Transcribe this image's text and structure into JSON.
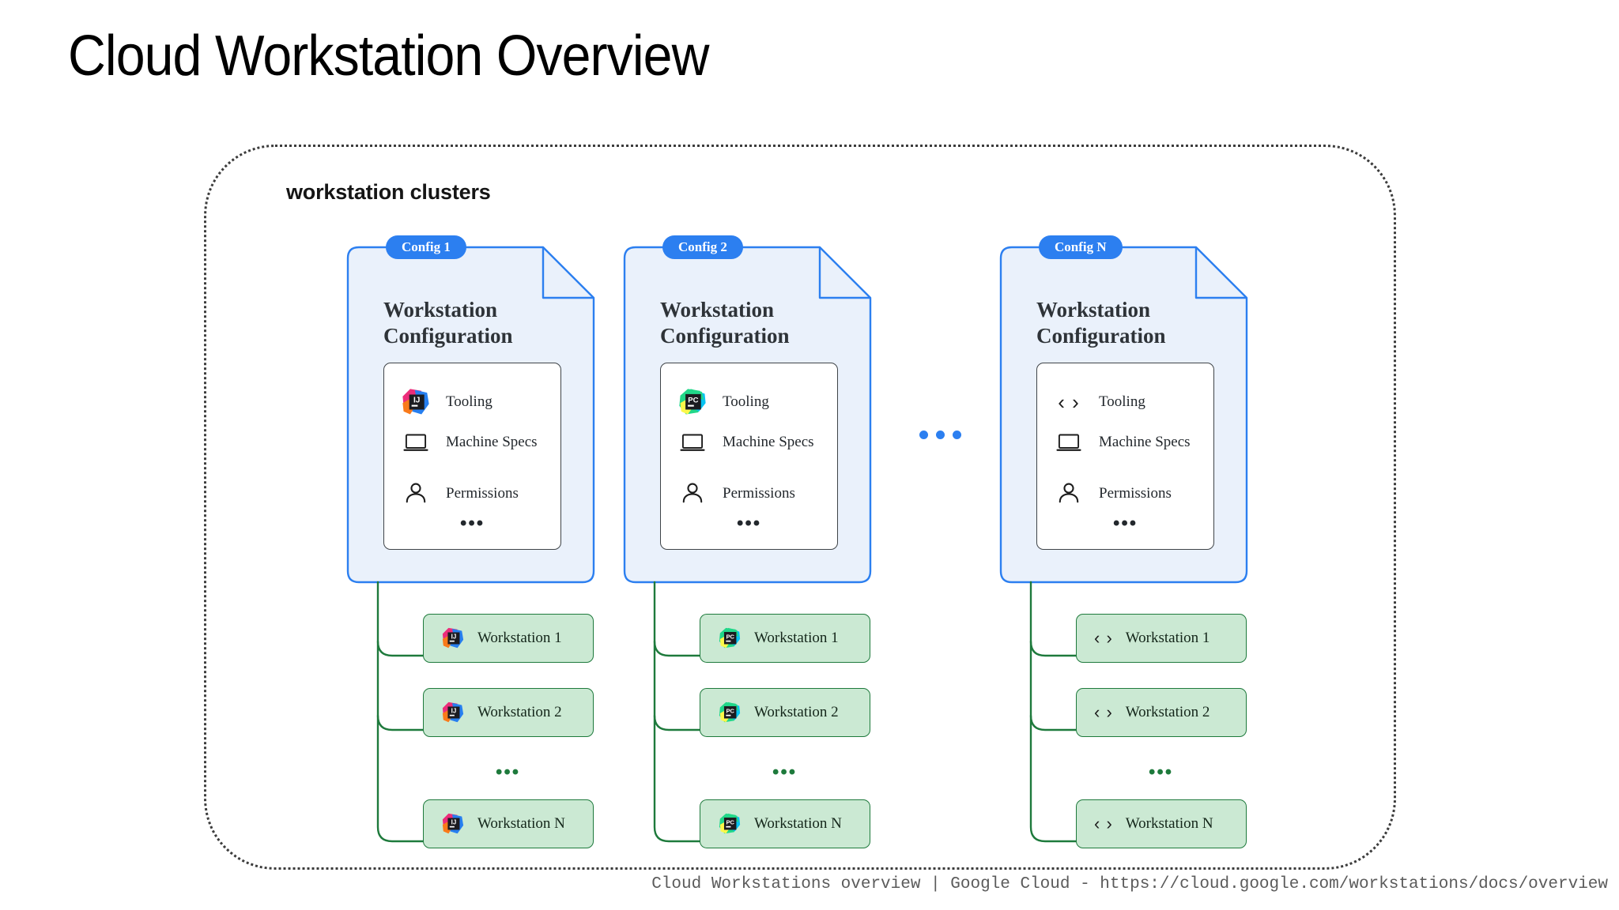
{
  "page": {
    "title": "Cloud Workstation Overview",
    "footer_caption": "Cloud Workstations overview  |  Google Cloud - https://cloud.google.com/workstations/docs/overview"
  },
  "cluster": {
    "label": "workstation clusters",
    "gap_ellipsis": "…"
  },
  "colors": {
    "config_card_fill": "#eaf1fb",
    "config_card_border": "#2c7ff0",
    "pill_fill": "#2c7ff0",
    "pill_text": "#ffffff",
    "workstation_fill": "#cbe9d3",
    "workstation_border": "#1e7a3c",
    "connector_line": "#1e7a3c",
    "boundary_dotted": "#3c3c3c",
    "blue_dot": "#2c7ff0"
  },
  "spec_labels": {
    "tooling": "Tooling",
    "machine_specs": "Machine Specs",
    "permissions": "Permissions",
    "more": "•••"
  },
  "columns": [
    {
      "pill": "Config 1",
      "heading": "Workstation Configuration",
      "icon": "intellij-idea-icon",
      "specs": [
        {
          "icon": "intellij-idea-icon",
          "label": "Tooling"
        },
        {
          "icon": "laptop-icon",
          "label": "Machine Specs"
        },
        {
          "icon": "person-icon",
          "label": "Permissions"
        }
      ],
      "spec_more": "•••",
      "workstations": [
        {
          "icon": "intellij-idea-icon",
          "label": "Workstation 1"
        },
        {
          "icon": "intellij-idea-icon",
          "label": "Workstation 2"
        },
        {
          "icon": "intellij-idea-icon",
          "label": "Workstation N"
        }
      ],
      "workstation_more": "•••"
    },
    {
      "pill": "Config 2",
      "heading": "Workstation Configuration",
      "icon": "pycharm-icon",
      "specs": [
        {
          "icon": "pycharm-icon",
          "label": "Tooling"
        },
        {
          "icon": "laptop-icon",
          "label": "Machine Specs"
        },
        {
          "icon": "person-icon",
          "label": "Permissions"
        }
      ],
      "spec_more": "•••",
      "workstations": [
        {
          "icon": "pycharm-icon",
          "label": "Workstation 1"
        },
        {
          "icon": "pycharm-icon",
          "label": "Workstation 2"
        },
        {
          "icon": "pycharm-icon",
          "label": "Workstation N"
        }
      ],
      "workstation_more": "•••"
    },
    {
      "pill": "Config N",
      "heading": "Workstation Configuration",
      "icon": "code-brackets-icon",
      "specs": [
        {
          "icon": "code-brackets-icon",
          "label": "Tooling"
        },
        {
          "icon": "laptop-icon",
          "label": "Machine Specs"
        },
        {
          "icon": "person-icon",
          "label": "Permissions"
        }
      ],
      "spec_more": "•••",
      "workstations": [
        {
          "icon": "code-brackets-icon",
          "label": "Workstation 1"
        },
        {
          "icon": "code-brackets-icon",
          "label": "Workstation 2"
        },
        {
          "icon": "code-brackets-icon",
          "label": "Workstation N"
        }
      ],
      "workstation_more": "•••"
    }
  ]
}
